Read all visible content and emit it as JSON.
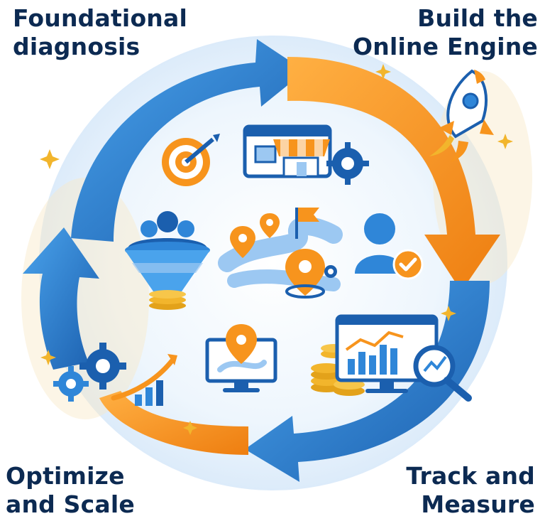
{
  "stages": {
    "top_left": {
      "line1": "Foundational",
      "line2": "diagnosis"
    },
    "top_right": {
      "line1": "Build the",
      "line2": "Online Engine"
    },
    "bottom_right": {
      "line1": "Track and",
      "line2": "Measure"
    },
    "bottom_left": {
      "line1": "Optimize",
      "line2": "and Scale"
    }
  },
  "colors": {
    "blue": "#2f86d8",
    "blue_dark": "#1b5fae",
    "orange": "#f7941d",
    "orange_dark": "#e37a0b",
    "navy_text": "#0c2a52",
    "gold": "#f2b52c"
  },
  "icons": [
    "target-icon",
    "storefront-icon",
    "gear-icon",
    "rocket-icon",
    "funnel-icon",
    "map-pins-icon",
    "user-check-icon",
    "monitor-location-icon",
    "analytics-dashboard-icon",
    "magnifier-icon",
    "coins-icon",
    "growth-chart-icon",
    "gears-icon"
  ]
}
